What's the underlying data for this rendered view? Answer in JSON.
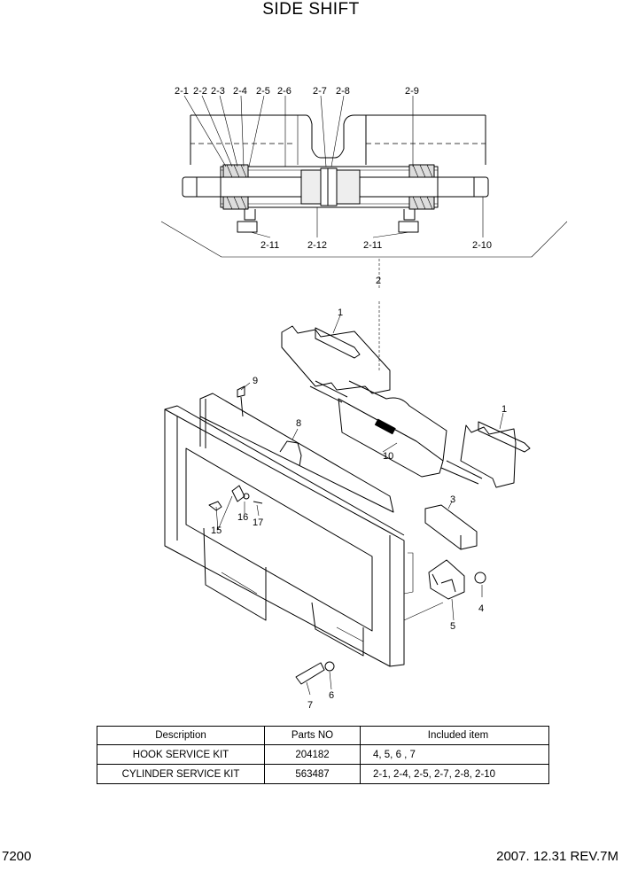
{
  "title": "SIDE SHIFT",
  "callouts_top": [
    "2-1",
    "2-2",
    "2-3",
    "2-4",
    "2-5",
    "2-6",
    "2-7",
    "2-8",
    "2-9"
  ],
  "callouts_bottom": [
    "2-11",
    "2-12",
    "2-11",
    "2-10"
  ],
  "callouts_exploded": [
    "2",
    "1",
    "9",
    "8",
    "1",
    "10",
    "3",
    "15",
    "16",
    "17",
    "4",
    "5",
    "6",
    "7"
  ],
  "table": {
    "headers": [
      "Description",
      "Parts NO",
      "Included item"
    ],
    "rows": [
      [
        "HOOK SERVICE KIT",
        "204182",
        "4, 5, 6 , 7"
      ],
      [
        "CYLINDER SERVICE KIT",
        "563487",
        "2-1, 2-4, 2-5, 2-7, 2-8, 2-10"
      ]
    ]
  },
  "footer": {
    "page": "7200",
    "revision": "2007. 12.31  REV.7M"
  }
}
